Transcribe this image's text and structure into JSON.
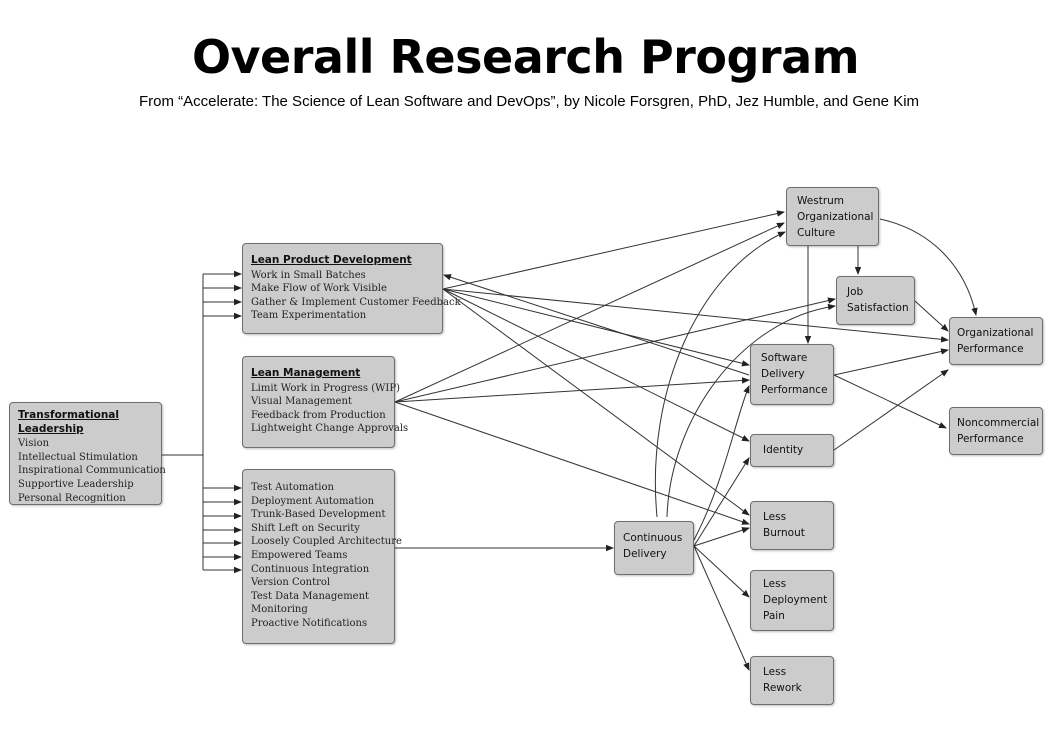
{
  "title": "Overall Research Program",
  "subtitle": "From “Accelerate: The Science of Lean Software and DevOps”, by Nicole Forsgren, PhD, Jez Humble, and Gene Kim",
  "transformational_leadership": {
    "heading": "Transformational Leadership",
    "items": [
      "Vision",
      "Intellectual Stimulation",
      "Inspirational Communication",
      "Supportive Leadership",
      "Personal Recognition"
    ]
  },
  "lean_product_development": {
    "heading": "Lean Product Development",
    "items": [
      "Work in Small Batches",
      "Make Flow of Work Visible",
      "Gather & Implement Customer Feedback",
      "Team Experimentation"
    ]
  },
  "lean_management": {
    "heading": "Lean Management",
    "items": [
      "Limit Work in Progress (WIP)",
      "Visual Management",
      "Feedback from Production",
      "Lightweight Change Approvals"
    ]
  },
  "technical_practices": {
    "items": [
      "Test Automation",
      "Deployment Automation",
      "Trunk-Based Development",
      "Shift Left on Security",
      "Loosely Coupled Architecture",
      "Empowered Teams",
      "Continuous Integration",
      "Version Control",
      "Test Data Management",
      "Monitoring",
      "Proactive Notifications"
    ]
  },
  "continuous_delivery": "Continuous\nDelivery",
  "westrum_culture": "Westrum\nOrganizational\nCulture",
  "job_satisfaction": "Job\nSatisfaction",
  "software_delivery_performance": "Software\nDelivery\nPerformance",
  "organizational_performance": "Organizational\nPerformance",
  "noncommercial_performance": "Noncommercial\nPerformance",
  "identity": "Identity",
  "less_burnout": "Less\nBurnout",
  "less_deployment_pain": "Less\nDeployment\nPain",
  "less_rework": "Less\nRework"
}
